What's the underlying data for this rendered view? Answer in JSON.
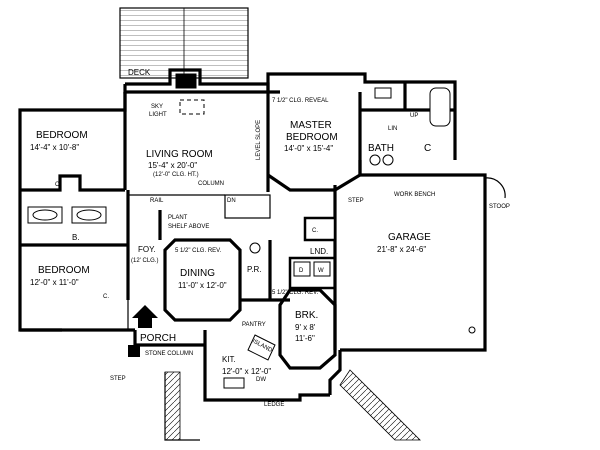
{
  "rooms": {
    "deck": "DECK",
    "sky_light": [
      "SKY",
      "LIGHT"
    ],
    "living_room": "LIVING ROOM",
    "living_room_dims": "15'-4\" x 20'-0\"",
    "living_room_ceiling": "(12'-0\" CLG. HT.)",
    "level_slope": "LEVEL  SLOPE",
    "column": "COLUMN",
    "dn": "DN",
    "rail": "RAIL",
    "plant_shelf": [
      "PLANT",
      "SHELF ABOVE"
    ],
    "bedroom1": "BEDROOM",
    "bedroom1_dims": "14'-4\" x 10'-8\"",
    "closet": "C.",
    "bath_b": "B.",
    "bedroom2": "BEDROOM",
    "bedroom2_dims": "12'-0\" x 11'-0\"",
    "foyer": "FOY.",
    "foyer_ceiling": "(12' CLG.)",
    "dining_ceiling": "5 1/2\" CLG. REV.",
    "dining": "DINING",
    "dining_dims": "11'-0\" x 12'-0\"",
    "powder_room": "P.R.",
    "master_ceiling": "7 1/2\" CLG. REVEAL",
    "master": [
      "MASTER",
      "BEDROOM"
    ],
    "master_dims": "14'-0\" x 15'-4\"",
    "lin": "LIN",
    "up": "UP",
    "bath": "BATH",
    "closet_c": "C",
    "step": "STEP",
    "work_bench": "WORK BENCH",
    "stoop": "STOOP",
    "garage": "GARAGE",
    "garage_dims": "21'-8\" x 24'-6\"",
    "laundry": "LND.",
    "dryer": "D",
    "washer": "W",
    "brk_ceiling": "5 1/2\" CLG. REV.",
    "breakfast": "BRK.",
    "breakfast_dims": [
      "9' x 8'",
      "11'-6\""
    ],
    "pantry": "PANTRY",
    "island": "ISLAND",
    "kitchen": "KIT.",
    "kitchen_dims": "12'-0\" x 12'-0\"",
    "dw": "DW",
    "ledge": "LEDGE",
    "porch": "PORCH",
    "stone_column": "STONE COLUMN",
    "step_porch": "STEP"
  }
}
